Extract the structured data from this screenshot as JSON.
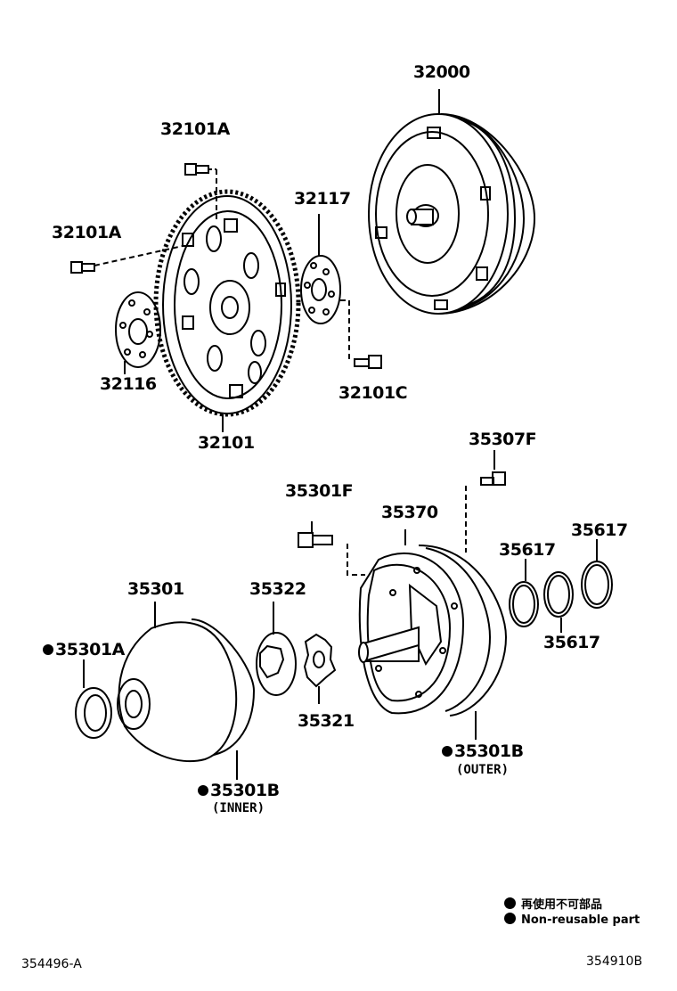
{
  "parts": {
    "p32000": "32000",
    "p32101A_top": "32101A",
    "p32101A_left": "32101A",
    "p32117": "32117",
    "p32116": "32116",
    "p32101": "32101",
    "p32101C": "32101C",
    "p35307F": "35307F",
    "p35301F": "35301F",
    "p35370": "35370",
    "p35617_a": "35617",
    "p35617_b": "35617",
    "p35617_c": "35617",
    "p35301": "35301",
    "p35322": "35322",
    "p35301A": "35301A",
    "p35321": "35321",
    "p35301B_outer": "35301B",
    "outer_note": "(OUTER)",
    "p35301B_inner": "35301B",
    "inner_note": "(INNER)"
  },
  "legend": {
    "japanese": "再使用不可部品",
    "english": "Non-reusable part"
  },
  "codes": {
    "left": "354496-A",
    "right": "354910B"
  }
}
